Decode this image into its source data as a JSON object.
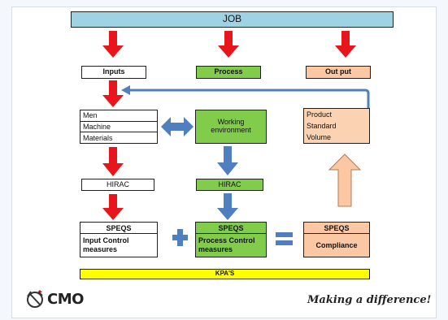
{
  "header": {
    "title": "JOB"
  },
  "columns": {
    "inputs": "Inputs",
    "process": "Process",
    "output": "Out put"
  },
  "inputs_list": [
    "Men",
    "Machine",
    "Materials"
  ],
  "working_environment": {
    "line1": "Working",
    "line2": "environment"
  },
  "output_list": [
    "Product",
    "Standard",
    "Volume"
  ],
  "hirac": {
    "left": "HIRAC",
    "middle": "HIRAC"
  },
  "speqs": {
    "left": {
      "head": "SPEQS",
      "line1": "Input Control",
      "line2": "measures"
    },
    "middle": {
      "head": "SPEQS",
      "line1": "Process Control",
      "line2": "measures"
    },
    "right": {
      "head": "SPEQS",
      "line1": "Compliance"
    }
  },
  "kpa": "KPA'S",
  "footer": {
    "logo_text": "CMO",
    "tagline": "Making a difference!"
  },
  "colors": {
    "job": "#9fd3e3",
    "green": "#82cc4b",
    "peach": "#fbc8a3",
    "yellow": "#ffff00",
    "red_arrow": "#e8161c",
    "blue_arrow": "#4f7fbe"
  }
}
